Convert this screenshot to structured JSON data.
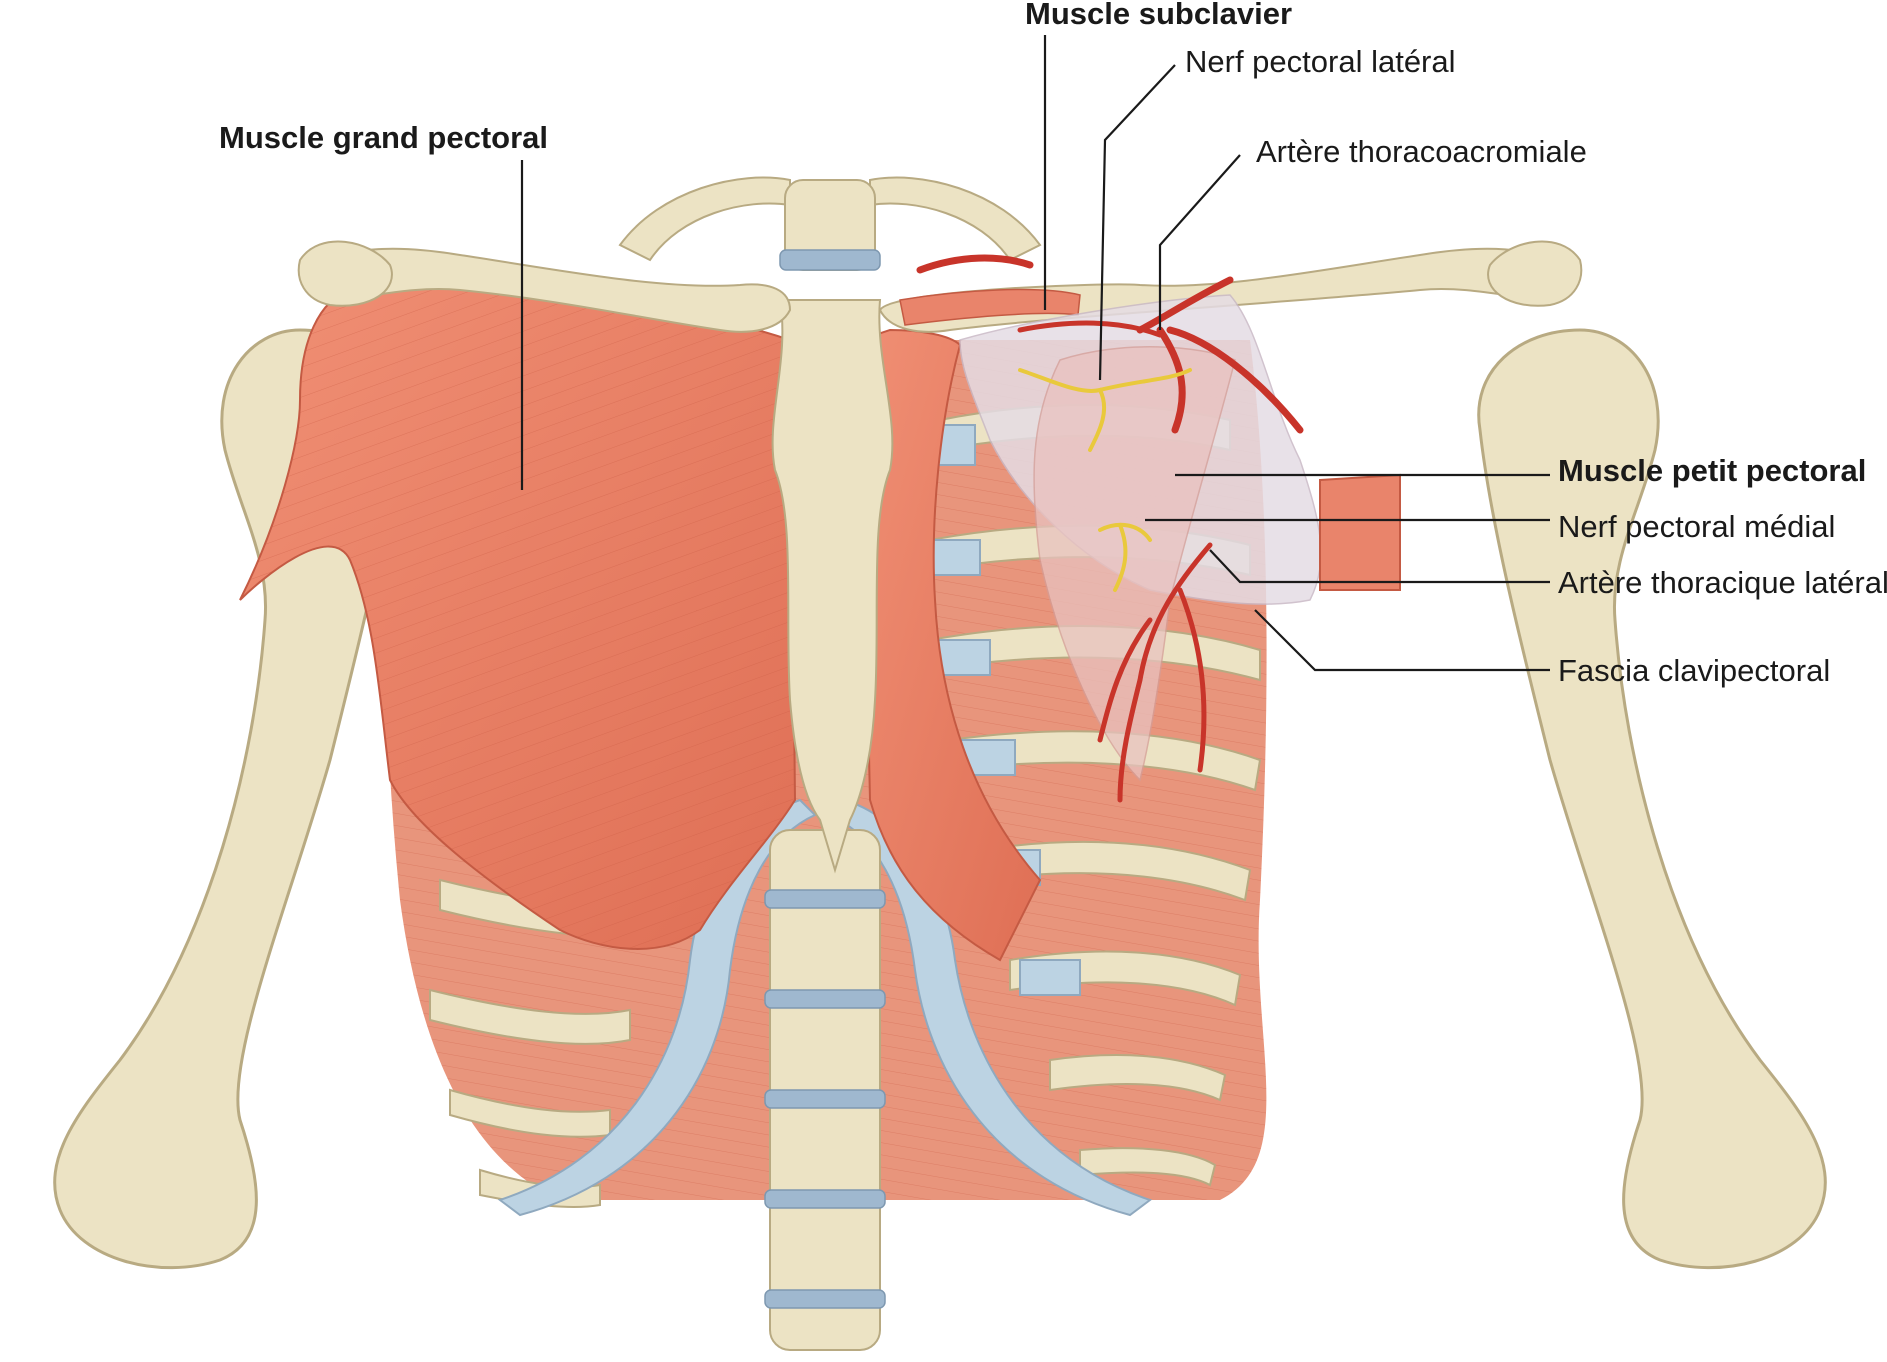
{
  "labels": {
    "grand_pectoral": "Muscle grand pectoral",
    "subclavier": "Muscle subclavier",
    "nerf_pectoral_lateral": "Nerf pectoral latéral",
    "artere_thoracoacromiale": "Artère thoracoacromiale",
    "petit_pectoral": "Muscle petit pectoral",
    "nerf_pectoral_medial": "Nerf pectoral médial",
    "artere_thoracique_laterale": "Artère thoracique latérale",
    "fascia_clavipectoral": "Fascia clavipectoral"
  },
  "colors": {
    "bone": "#ece3c4",
    "bone_shade": "#c9bc93",
    "cartilage": "#bcd3e3",
    "disc": "#9fb8cf",
    "muscle": "#e9846b",
    "muscle_dark": "#d9654c",
    "muscle_light": "#f1b19e",
    "artery": "#c8342a",
    "nerve": "#e9c93c",
    "fascia": "#e5dce4"
  }
}
